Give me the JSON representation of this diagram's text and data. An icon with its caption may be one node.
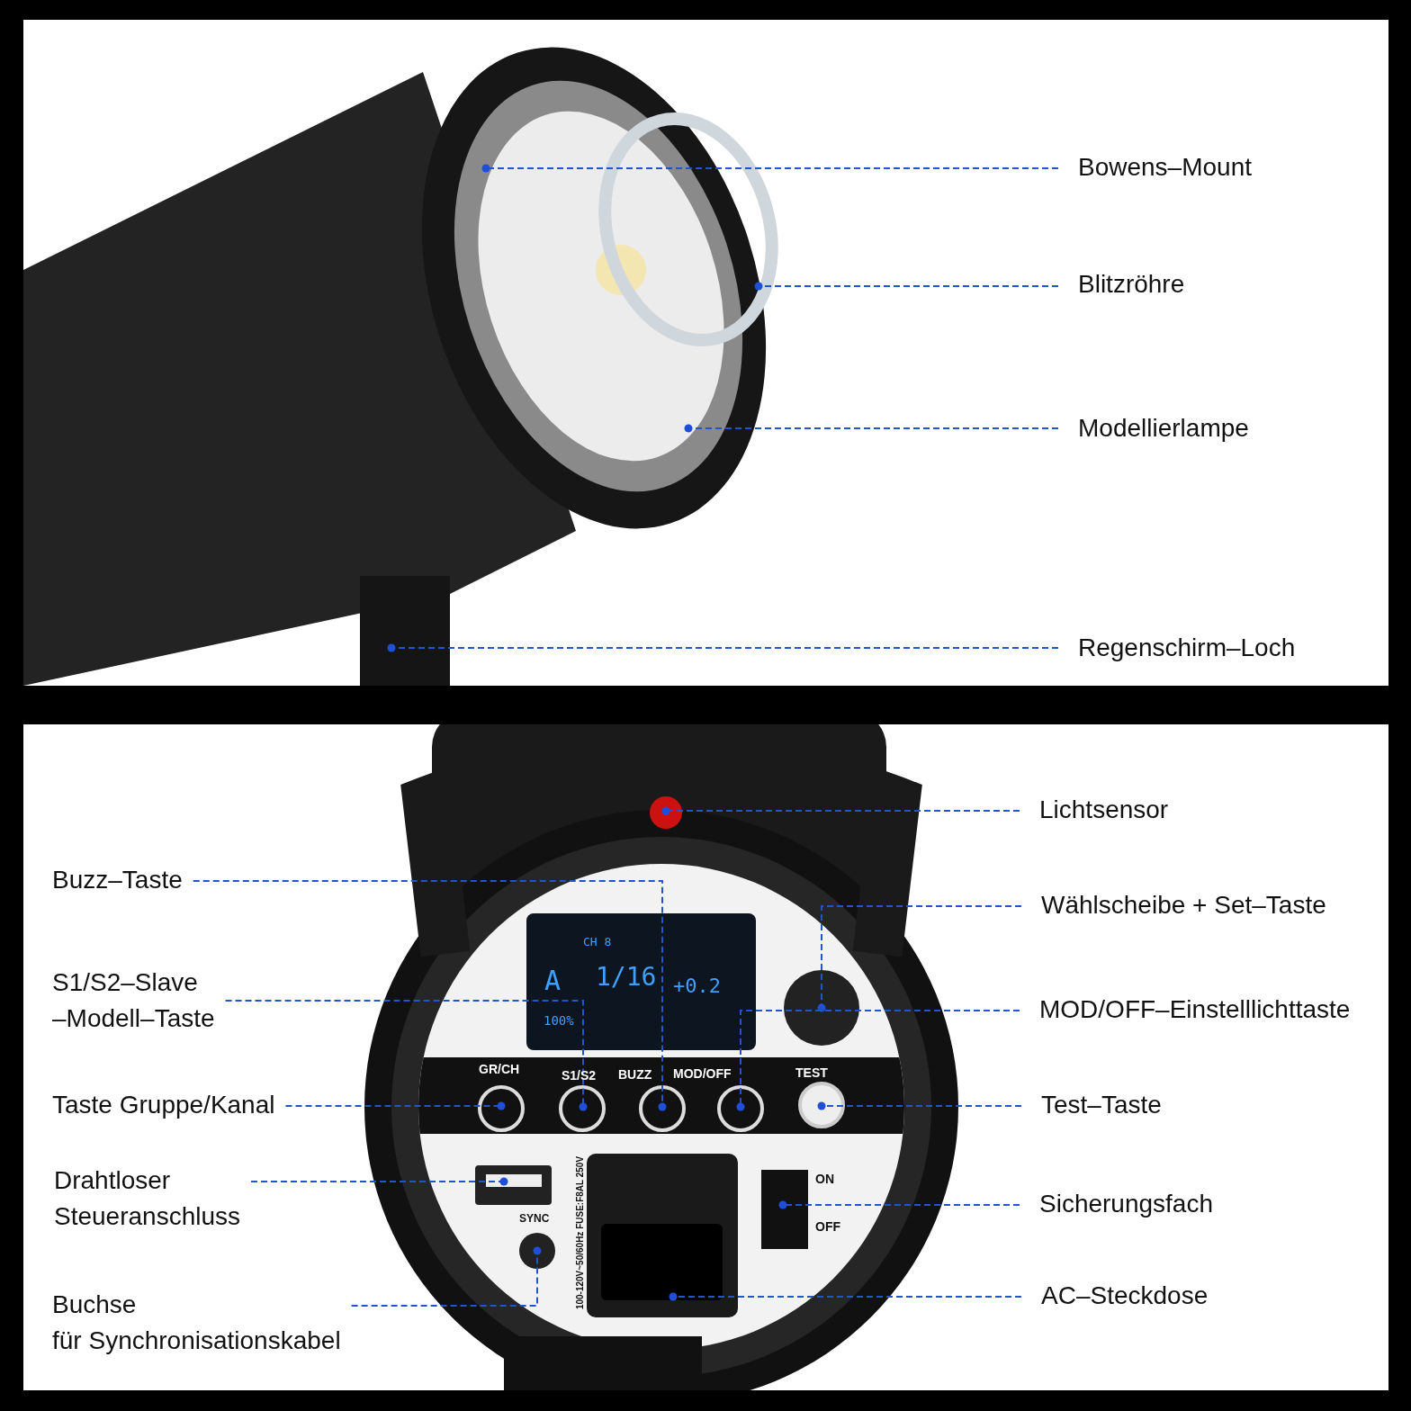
{
  "diagram": {
    "nodes": [
      {
        "text": [
          "Bowens–Mount"
        ]
      },
      {
        "text": [
          "Blitzröhre"
        ]
      },
      {
        "text": [
          "Modellierlampe"
        ]
      },
      {
        "text": [
          "Regenschirm–Loch"
        ]
      },
      {
        "text": [
          "Lichtsensor"
        ]
      },
      {
        "text": [
          "Buzz–Taste"
        ]
      },
      {
        "text": [
          "Wählscheibe + Set–Taste"
        ]
      },
      {
        "text": [
          "S1/S2–Slave –Modell–Taste"
        ]
      },
      {
        "text": [
          "MOD/OFF–Einstelllichttaste"
        ]
      },
      {
        "text": [
          "Taste Gruppe/Kanal"
        ]
      },
      {
        "text": [
          "Test–Taste"
        ]
      },
      {
        "text": [
          "Drahtloser Steueranschluss"
        ]
      },
      {
        "text": [
          "Sicherungsfach"
        ]
      },
      {
        "text": [
          "Buchse für Synchronisationskabel"
        ]
      },
      {
        "text": [
          "AC–Steckdose"
        ]
      }
    ],
    "edges": [
      {
        "from": 0,
        "to": null,
        "arrow": "other",
        "style": "dashed"
      },
      {
        "from": 1,
        "to": null,
        "arrow": "other",
        "style": "dashed"
      },
      {
        "from": 2,
        "to": null,
        "arrow": "other",
        "style": "dashed"
      },
      {
        "from": 3,
        "to": null,
        "arrow": "other",
        "style": "dashed"
      },
      {
        "from": 4,
        "to": null,
        "arrow": "other",
        "style": "dashed"
      },
      {
        "from": 5,
        "to": null,
        "arrow": "other",
        "style": "dashed"
      },
      {
        "from": 6,
        "to": null,
        "arrow": "other",
        "style": "dashed"
      },
      {
        "from": 7,
        "to": null,
        "arrow": "other",
        "style": "dashed"
      },
      {
        "from": 8,
        "to": null,
        "arrow": "other",
        "style": "dashed"
      },
      {
        "from": 9,
        "to": null,
        "arrow": "other",
        "style": "dashed"
      },
      {
        "from": 10,
        "to": null,
        "arrow": "other",
        "style": "dashed"
      },
      {
        "from": 11,
        "to": null,
        "arrow": "other",
        "style": "dashed"
      },
      {
        "from": 12,
        "to": null,
        "arrow": "other",
        "style": "dashed"
      },
      {
        "from": 13,
        "to": null,
        "arrow": "other",
        "style": "dashed"
      },
      {
        "from": 14,
        "to": null,
        "arrow": "other",
        "style": "dashed"
      }
    ],
    "labels": [
      "CH 8",
      "A",
      "1/16",
      "+0.2",
      "100%",
      "GR/CH",
      "S1/S2",
      "BUZZ",
      "MOD/OFF",
      "TEST",
      "100-120V~50/60Hz FUSE:F8AL 250V",
      "ON",
      "SYNC",
      "OFF"
    ]
  }
}
